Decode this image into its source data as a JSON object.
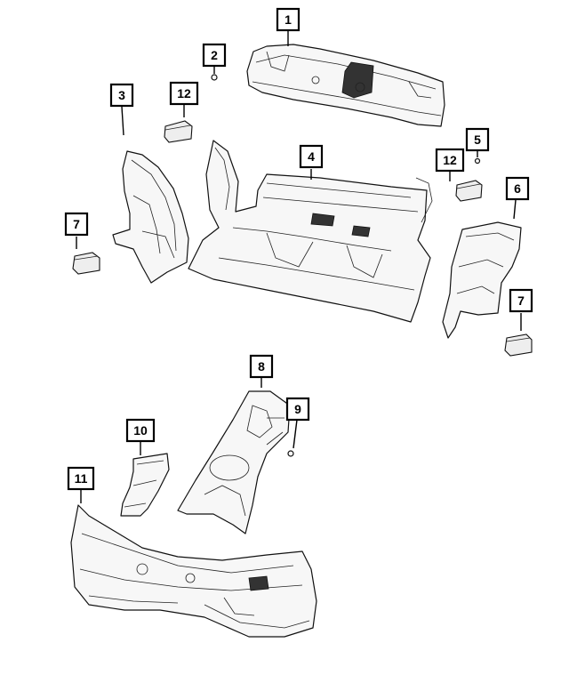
{
  "callouts": [
    "1",
    "2",
    "3",
    "4",
    "5",
    "6",
    "7",
    "7",
    "8",
    "9",
    "10",
    "11",
    "12",
    "12"
  ]
}
